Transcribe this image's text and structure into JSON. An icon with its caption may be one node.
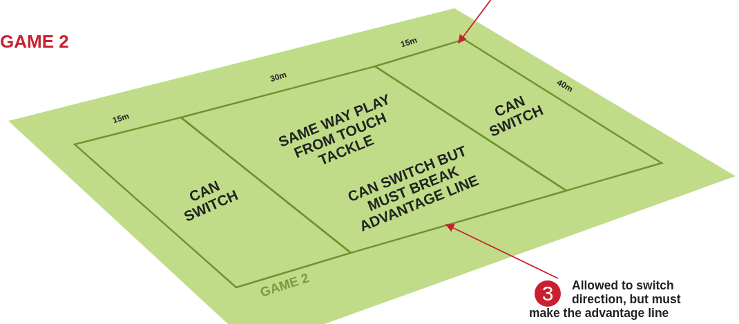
{
  "diagram": {
    "title": "GAME 2",
    "nodes": [
      {
        "text": [
          "GAME 2"
        ]
      },
      {
        "text": [
          "CAN SWITCH"
        ],
        "in": 0
      },
      {
        "text": [
          "SAME WAY PLAY FROM TOUCH TACKLE",
          "CAN SWITCH BUT MUST BREAK ADVANTAGE LINE"
        ],
        "in": 0
      },
      {
        "text": [
          "CAN SWITCH"
        ],
        "in": 0
      },
      {
        "text": [
          "Allowed to switch direction, but must make the advantage line"
        ],
        "beside": [
          "3"
        ]
      }
    ],
    "edges": [
      {
        "from": null,
        "to": 3,
        "arrow": "to"
      },
      {
        "from": 4,
        "to": 2,
        "arrow": "to"
      }
    ],
    "labels": [
      "15m",
      "30m",
      "15m",
      "40m"
    ]
  }
}
